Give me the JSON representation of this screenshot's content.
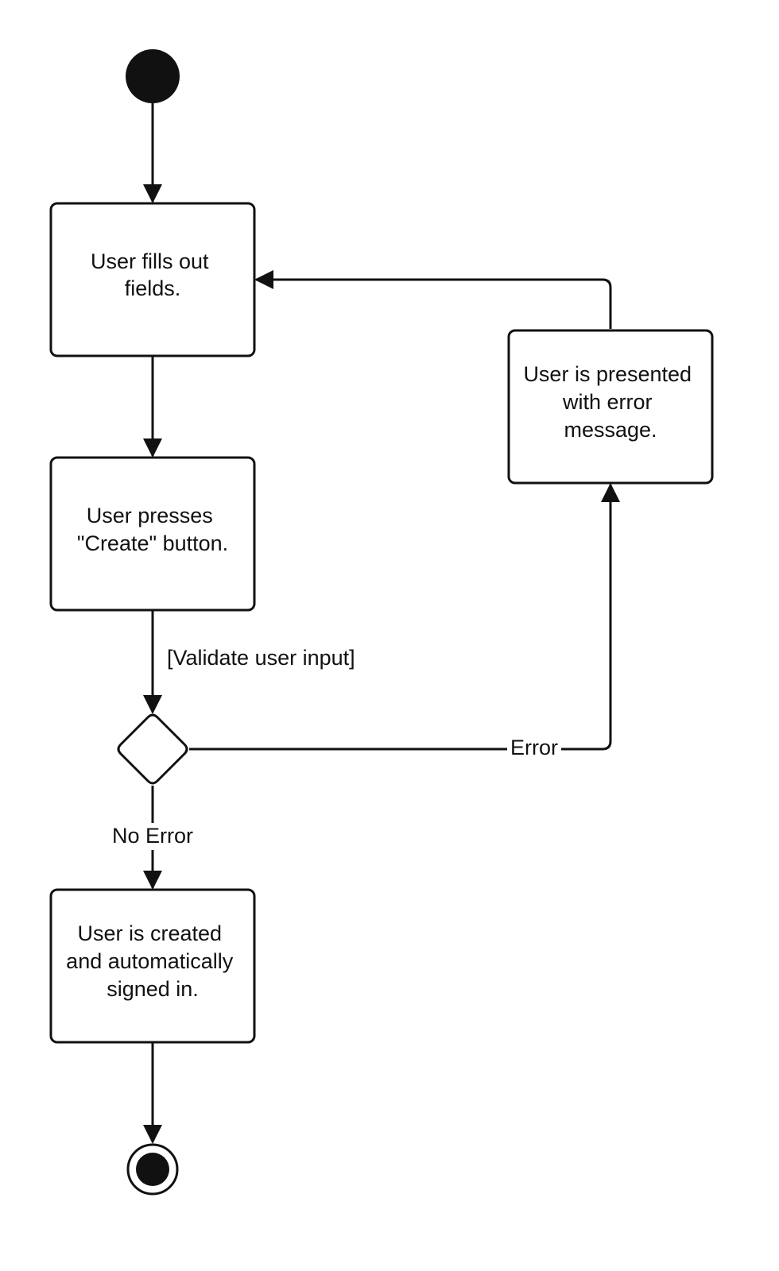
{
  "diagram": {
    "type": "activity",
    "nodes": {
      "fill_fields": {
        "lines": [
          "User fills out",
          "fields."
        ]
      },
      "press_create": {
        "lines": [
          "User presses",
          "\"Create\" button."
        ]
      },
      "error_message": {
        "lines": [
          "User is presented",
          "with error",
          "message."
        ]
      },
      "user_created": {
        "lines": [
          "User is created",
          "and automatically",
          "signed in."
        ]
      }
    },
    "edge_labels": {
      "validate": "[Validate user input]",
      "error": "Error",
      "no_error": "No Error"
    },
    "colors": {
      "stroke": "#111111",
      "background": "#ffffff"
    }
  }
}
